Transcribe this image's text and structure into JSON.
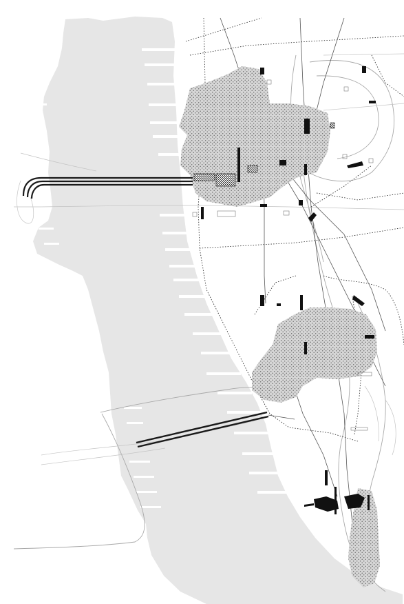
{
  "map": {
    "colors": {
      "background": "#ffffff",
      "land_shade": "#e6e6e6",
      "roads": "#a8a8a8",
      "buildings": "#111111",
      "boundaries": "#333333"
    },
    "layers": [
      "landmass-shading",
      "pier-fingers",
      "road-network",
      "district-boundaries",
      "transit-lines",
      "tunnels",
      "bridge",
      "density-stipple",
      "buildings"
    ]
  }
}
